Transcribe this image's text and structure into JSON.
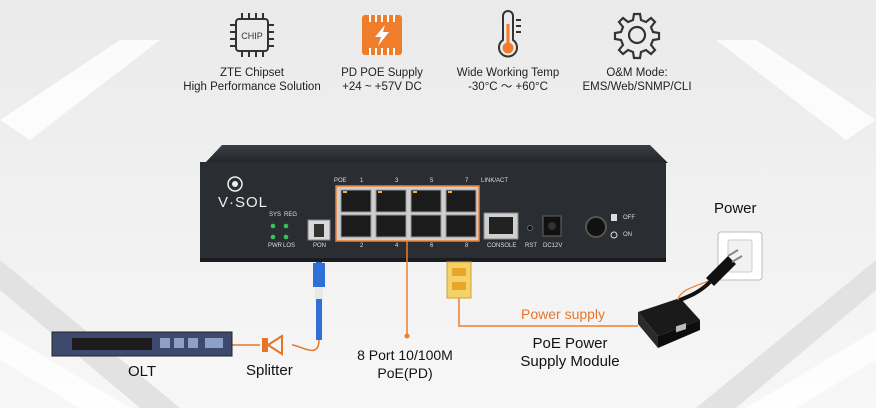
{
  "features": [
    {
      "icon": "chip-icon",
      "icon_text": "CHIP",
      "line1": "ZTE Chipset",
      "line2": "High Performance Solution"
    },
    {
      "icon": "poe-supply-icon",
      "line1": "PD POE Supply",
      "line2": "+24 ~ +57V DC"
    },
    {
      "icon": "thermometer-icon",
      "line1": "Wide Working Temp",
      "line2": "-30°C ～ +60°C"
    },
    {
      "icon": "gear-icon",
      "line1": "O&M Mode:",
      "line2": "EMS/Web/SNMP/CLI"
    }
  ],
  "device": {
    "brand": "V·SOL",
    "led_labels": {
      "sys": "SYS",
      "reg": "REG",
      "pwr": "PWR",
      "los": "LOS"
    },
    "pon": "PON",
    "poe": "POE",
    "port_top": [
      "1",
      "3",
      "5",
      "7"
    ],
    "port_bottom": [
      "2",
      "4",
      "6",
      "8"
    ],
    "link_act": "LINK/ACT",
    "console": "CONSOLE",
    "rst": "RST",
    "dc": "DC12V",
    "off": "OFF",
    "on": "ON"
  },
  "diagram": {
    "power": "Power",
    "power_supply": "Power supply",
    "poe_module_line1": "PoE Power",
    "poe_module_line2": "Supply Module",
    "port_desc_line1": "8 Port 10/100M",
    "port_desc_line2": "PoE(PD)",
    "olt": "OLT",
    "splitter": "Splitter"
  },
  "colors": {
    "accent": "#ef7d2c",
    "device": "#2d3033"
  }
}
